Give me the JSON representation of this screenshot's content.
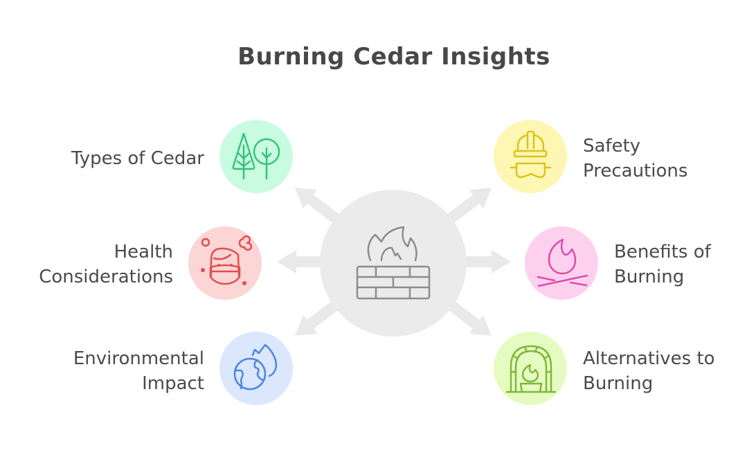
{
  "title": "Burning Cedar Insights",
  "center": {
    "icon": "fire-wall-icon",
    "fill": "#ebebeb",
    "stroke": "#8c8c8c"
  },
  "arrow_color": "#e9e9e9",
  "nodes": [
    {
      "id": "types-of-cedar",
      "label": "Types of Cedar",
      "lines": [
        "Types of Cedar"
      ],
      "icon": "trees-icon",
      "fill": "#c9fbe1",
      "stroke": "#37c27a",
      "side": "left"
    },
    {
      "id": "health-considerations",
      "label": "Health Considerations",
      "lines": [
        "Health",
        "Considerations"
      ],
      "icon": "face-mask-icon",
      "fill": "#fcd5d5",
      "stroke": "#e24d4d",
      "side": "left"
    },
    {
      "id": "environmental-impact",
      "label": "Environmental Impact",
      "lines": [
        "Environmental",
        "Impact"
      ],
      "icon": "globe-fire-icon",
      "fill": "#dbe7fd",
      "stroke": "#4a86e0",
      "side": "left"
    },
    {
      "id": "safety-precautions",
      "label": "Safety Precautions",
      "lines": [
        "Safety",
        "Precautions"
      ],
      "icon": "hardhat-goggles-icon",
      "fill": "#fdf7b3",
      "stroke": "#dcc21c",
      "side": "right"
    },
    {
      "id": "benefits-of-burning",
      "label": "Benefits of Burning",
      "lines": [
        "Benefits of",
        "Burning"
      ],
      "icon": "campfire-icon",
      "fill": "#fdd1ee",
      "stroke": "#df4aad",
      "side": "right"
    },
    {
      "id": "alternatives-to-burning",
      "label": "Alternatives to Burning",
      "lines": [
        "Alternatives to",
        "Burning"
      ],
      "icon": "fireplace-icon",
      "fill": "#e6fbc1",
      "stroke": "#7fb73a",
      "side": "right"
    }
  ]
}
